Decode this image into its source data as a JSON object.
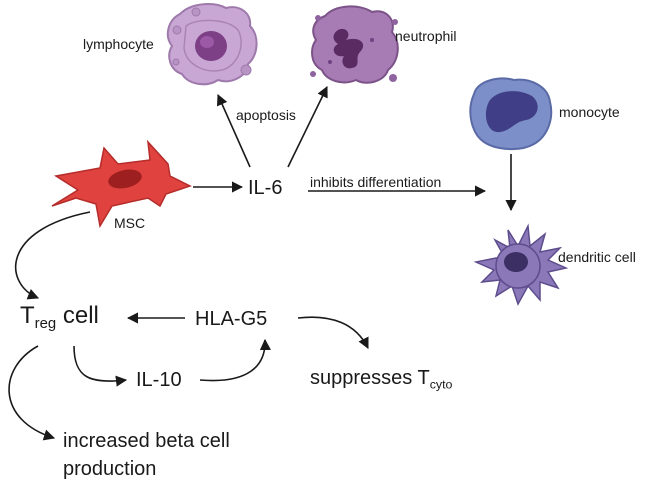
{
  "cells": {
    "lymphocyte": "lymphocyte",
    "neutrophil": "neutrophil",
    "monocyte": "monocyte",
    "msc": "MSC",
    "dendritic": "dendritic cell"
  },
  "labels": {
    "apoptosis": "apoptosis",
    "il6": "IL-6",
    "inhibits": "inhibits differentiation",
    "treg_main": "T",
    "treg_sub": "reg",
    "treg_cell": "cell",
    "hlag5": "HLA-G5",
    "il10": "IL-10",
    "suppresses_main": "suppresses T",
    "suppresses_sub": "cyto",
    "beta_line1": "increased beta cell",
    "beta_line2": "production"
  },
  "colors": {
    "msc": "#e0433f",
    "lymphocyte": "#c9a7d4",
    "neutrophil": "#a77bb4",
    "monocyte": "#7d8fc8",
    "dendritic": "#8a78b8",
    "text": "#1a1a1a"
  }
}
